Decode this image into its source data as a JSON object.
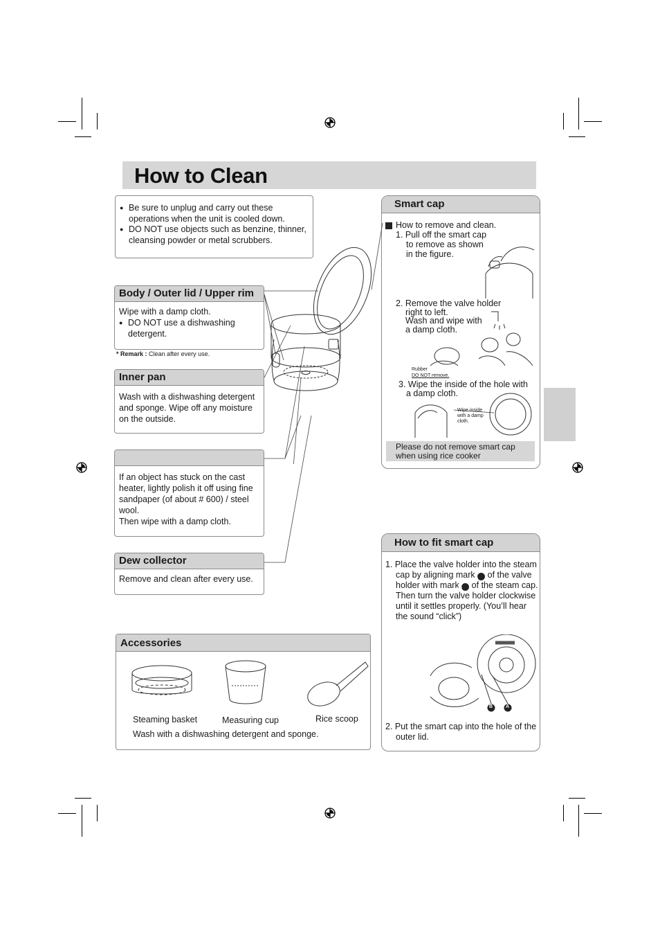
{
  "header": {
    "title": "How to Clean"
  },
  "intro": {
    "items": [
      "Be sure to unplug and carry out these operations when the unit is cooled down.",
      "DO NOT use objects such as benzine, thinner, cleansing powder or metal scrubbers."
    ]
  },
  "body_section": {
    "title": "Body / Outer lid / Upper rim",
    "line1": "Wipe with a damp cloth.",
    "bullet": "DO NOT use a dishwashing detergent.",
    "remark_label": "* Remark :",
    "remark_text": "Clean after every use."
  },
  "inner_pan": {
    "title": "Inner pan",
    "text": "Wash with a dishwashing detergent and sponge. Wipe off any moisture on the outside."
  },
  "heater": {
    "title": "",
    "text1": "If an object has stuck on the cast heater, lightly polish it off using fine sandpaper (of about # 600) / steel wool.",
    "text2": "Then wipe with a damp cloth."
  },
  "dew_collector": {
    "title": "Dew collector",
    "text": "Remove and clean after every use."
  },
  "accessories": {
    "title": "Accessories",
    "items": [
      "Steaming basket",
      "Measuring cup",
      "Rice scoop"
    ],
    "note": "Wash with a dishwashing detergent and sponge."
  },
  "smart_cap": {
    "title": "Smart cap",
    "subtitle": "How to remove and clean.",
    "step1": "1. Pull off the smart cap",
    "step1b": "to remove as shown",
    "step1c": "in the figure.",
    "step2": "2. Remove the valve holder",
    "step2b": "right to left.",
    "step2c": "Wash and wipe with",
    "step2d": "a damp cloth.",
    "rubber_label": "Rubber",
    "rubber_note": "DO NOT remove.",
    "step3": "3. Wipe the inside of the hole with",
    "step3b": "a damp cloth.",
    "wipe_label": [
      "Wipe inside",
      "with a damp",
      "cloth."
    ],
    "note": "Please do not remove smart cap when using rice cooker"
  },
  "fit_cap": {
    "title": "How to fit smart cap",
    "step1_pre": "1. Place the valve holder into the steam cap by aligning mark",
    "mark_a": "A",
    "step1_mid": "of the valve holder with mark",
    "mark_b": "B",
    "step1_post": "of the steam cap. Then turn the valve holder clockwise until it settles properly. (You’ll hear the sound “click”)",
    "step2": "2. Put the smart cap into the hole of the outer lid."
  },
  "colors": {
    "header_bg": "#d6d6d6",
    "box_head_bg": "#d3d3d3",
    "border": "#8a8a8a"
  }
}
